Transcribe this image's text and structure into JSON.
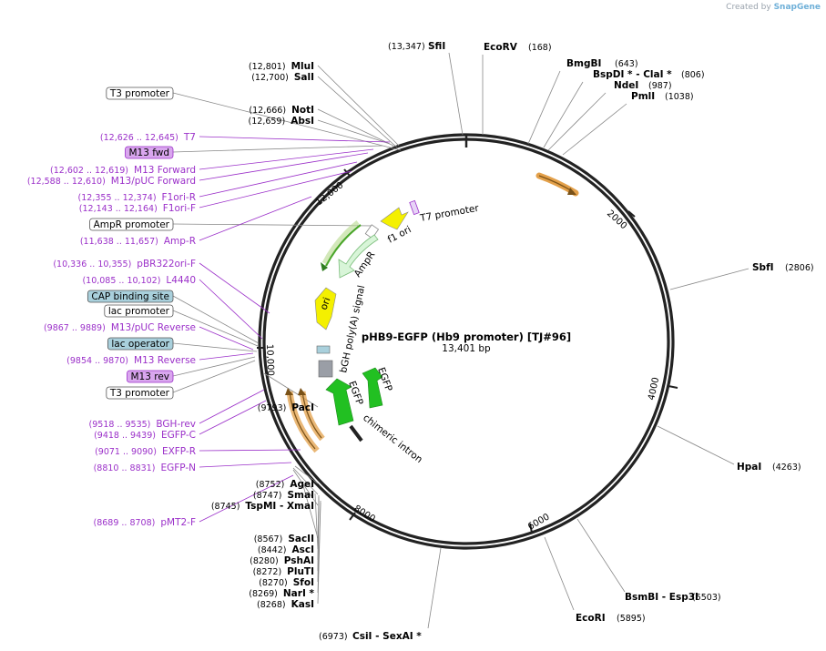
{
  "credit": {
    "prefix": "Created by",
    "brand": "SnapGene"
  },
  "plasmid": {
    "name": "pHB9-EGFP (Hb9 promoter) [TJ#96]",
    "size": "13,401 bp"
  },
  "ticks": [
    "2000",
    "4000",
    "6000",
    "8000",
    "10,000",
    "12,000"
  ],
  "feature_labels": {
    "f1ori": "f1 ori",
    "t7": "T7 promoter",
    "ampr": "AmpR",
    "ampr_promoter": "AmpR promoter",
    "ori": "ori",
    "bgh": "bGH poly(A) signal",
    "egfp1": "EGFP",
    "egfp2": "EGFP",
    "intron": "chimeric intron"
  },
  "sites_top": [
    {
      "pos": "(13,347)",
      "name": "SfiI"
    },
    {
      "name": "EcoRV",
      "pos": "(168)"
    },
    {
      "name": "BmgBI",
      "pos": "(643)"
    },
    {
      "name": "BspDI * - ClaI *",
      "pos": "(806)"
    },
    {
      "name": "NdeI",
      "pos": "(987)"
    },
    {
      "name": "PmlI",
      "pos": "(1038)"
    },
    {
      "name": "SbfI",
      "pos": "(2806)"
    },
    {
      "name": "HpaI",
      "pos": "(4263)"
    },
    {
      "name": "BsmBI - Esp3I",
      "pos": "(5503)"
    },
    {
      "name": "EcoRI",
      "pos": "(5895)"
    },
    {
      "pos": "(6973)",
      "name": "CsiI - SexAI *"
    }
  ],
  "left_list": [
    {
      "pos": "(12,801)",
      "name": "MluI",
      "kind": "enzyme"
    },
    {
      "pos": "(12,700)",
      "name": "SalI",
      "kind": "enzyme"
    },
    {
      "name": "T3 promoter",
      "kind": "box-white"
    },
    {
      "pos": "(12,666)",
      "name": "NotI",
      "kind": "enzyme"
    },
    {
      "pos": "(12,659)",
      "name": "AbsI",
      "kind": "enzyme"
    },
    {
      "pos": "(12,626 .. 12,645)",
      "name": "T7",
      "kind": "primer"
    },
    {
      "name": "M13 fwd",
      "kind": "box-purple"
    },
    {
      "pos": "(12,602 .. 12,619)",
      "name": "M13 Forward",
      "kind": "primer"
    },
    {
      "pos": "(12,588 .. 12,610)",
      "name": "M13/pUC Forward",
      "kind": "primer"
    },
    {
      "pos": "(12,355 .. 12,374)",
      "name": "F1ori-R",
      "kind": "primer"
    },
    {
      "pos": "(12,143 .. 12,164)",
      "name": "F1ori-F",
      "kind": "primer"
    },
    {
      "name": "AmpR promoter",
      "kind": "box-white"
    },
    {
      "pos": "(11,638 .. 11,657)",
      "name": "Amp-R",
      "kind": "primer"
    },
    {
      "pos": "(10,336 .. 10,355)",
      "name": "pBR322ori-F",
      "kind": "primer"
    },
    {
      "pos": "(10,085 .. 10,102)",
      "name": "L4440",
      "kind": "primer"
    },
    {
      "name": "CAP binding site",
      "kind": "box-blue"
    },
    {
      "name": "lac promoter",
      "kind": "box-white"
    },
    {
      "pos": "(9867 .. 9889)",
      "name": "M13/pUC Reverse",
      "kind": "primer"
    },
    {
      "name": "lac operator",
      "kind": "box-blue"
    },
    {
      "pos": "(9854 .. 9870)",
      "name": "M13 Reverse",
      "kind": "primer"
    },
    {
      "name": "M13 rev",
      "kind": "box-purple"
    },
    {
      "name": "T3 promoter",
      "kind": "box-white"
    },
    {
      "pos": "(9793)",
      "name": "PacI",
      "kind": "enzyme"
    },
    {
      "pos": "(9518 .. 9535)",
      "name": "BGH-rev",
      "kind": "primer"
    },
    {
      "pos": "(9418 .. 9439)",
      "name": "EGFP-C",
      "kind": "primer"
    },
    {
      "pos": "(9071 .. 9090)",
      "name": "EXFP-R",
      "kind": "primer"
    },
    {
      "pos": "(8810 .. 8831)",
      "name": "EGFP-N",
      "kind": "primer"
    },
    {
      "pos": "(8752)",
      "name": "AgeI",
      "kind": "enzyme"
    },
    {
      "pos": "(8747)",
      "name": "SmaI",
      "kind": "enzyme"
    },
    {
      "pos": "(8745)",
      "name": "TspMI - XmaI",
      "kind": "enzyme"
    },
    {
      "pos": "(8689 .. 8708)",
      "name": "pMT2-F",
      "kind": "primer"
    },
    {
      "pos": "(8567)",
      "name": "SacII",
      "kind": "enzyme"
    },
    {
      "pos": "(8442)",
      "name": "AscI",
      "kind": "enzyme"
    },
    {
      "pos": "(8280)",
      "name": "PshAI",
      "kind": "enzyme"
    },
    {
      "pos": "(8272)",
      "name": "PluTI",
      "kind": "enzyme"
    },
    {
      "pos": "(8270)",
      "name": "SfoI",
      "kind": "enzyme"
    },
    {
      "pos": "(8269)",
      "name": "NarI *",
      "kind": "enzyme"
    },
    {
      "pos": "(8268)",
      "name": "KasI",
      "kind": "enzyme"
    }
  ],
  "colors": {
    "ring": "#222222",
    "primer": "#9b30c9",
    "green": "#22c022",
    "yellow": "#f4f000",
    "orange": "#e3a04a",
    "blue_box": "#a9d0dc",
    "purple_box": "#d9a6ee"
  }
}
